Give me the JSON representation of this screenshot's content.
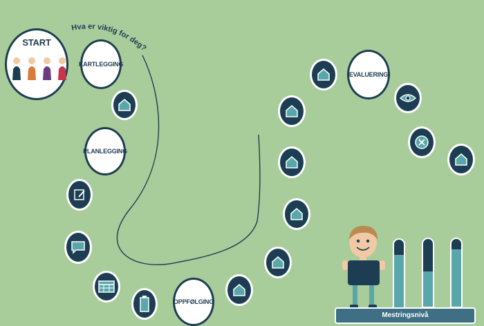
{
  "colors": {
    "background": "#a9cc9b",
    "navy": "#1d3d52",
    "teal": "#5aa7ab",
    "white": "#ffffff"
  },
  "start": {
    "label": "START",
    "figures": [
      "#1d3d52",
      "#d97a3a",
      "#6a3c80",
      "#c8344a"
    ]
  },
  "curved_text": "Hva er viktig for deg?",
  "steps": {
    "kartlegging": "KARTLEGGING",
    "planlegging": "PLANLEGGING",
    "oppfolging": "OPPFØLGING",
    "evaluering": "EVALUERING"
  },
  "icons": [
    "home-icon",
    "edit-icon",
    "chat-icon",
    "calendar-icon",
    "battery-icon",
    "eye-icon",
    "close-icon"
  ],
  "mastery": {
    "label": "Mestringsnivå",
    "bars": [
      0.78,
      0.52,
      0.85
    ]
  }
}
